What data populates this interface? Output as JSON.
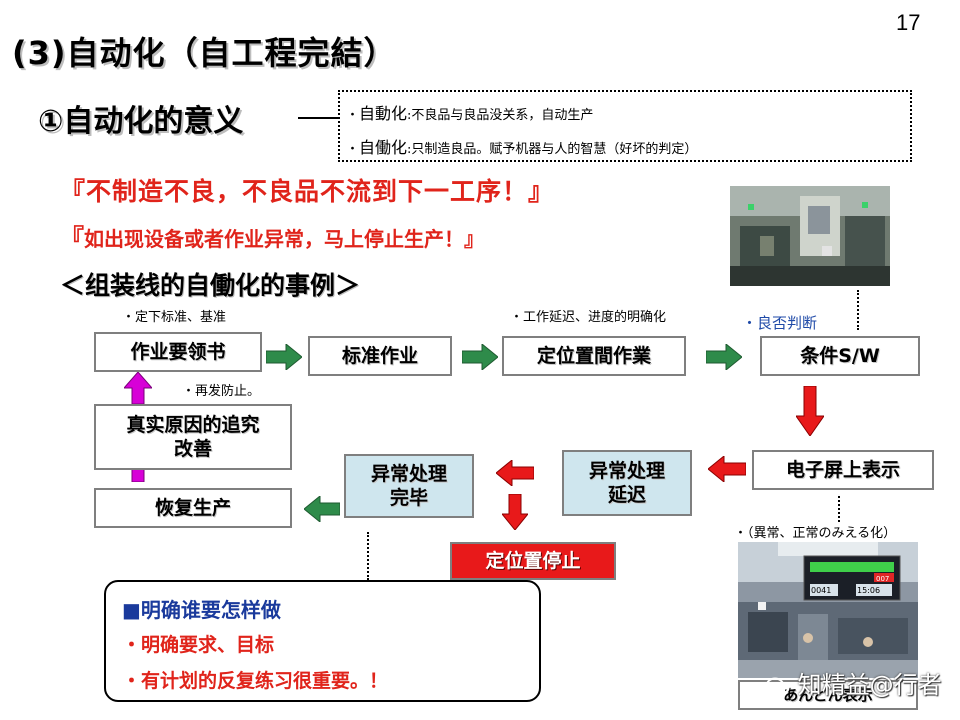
{
  "page_number": "17",
  "title": "(3)自动化（自工程完結）",
  "subtitle": "①自动化的意义",
  "definitions": [
    {
      "bullet": "・",
      "keyword": "自動化",
      "text": ":不良品与良品没关系，自动生产"
    },
    {
      "bullet": "・",
      "keyword": "自働化",
      "text": ":只制造良品。赋予机器与人的智慧（好坏的判定）"
    }
  ],
  "slogans": {
    "line1": "『不制造不良，不良品不流到下一工序！』",
    "line2_open": "『",
    "line2_text": "如出现设备或者作业异常，马上停止生产！』"
  },
  "example_title": "＜组装线的自働化的事例＞",
  "notes": {
    "standard": "・定下标准、基准",
    "delay": "・工作延迟、进度的明确化",
    "judge": "・良否判断",
    "prevent": "・再发防止。",
    "visible": "・（異常、正常のみえる化）"
  },
  "flow": {
    "work_instruction": "作业要领书",
    "standard_work": "标准作业",
    "fixed_position_work": "定位置間作業",
    "condition_sw": "条件S/W",
    "root_cause_line1": "真实原因的追究",
    "root_cause_line2": "改善",
    "resume_production": "恢复生产",
    "abnormal_done_line1": "异常处理",
    "abnormal_done_line2": "完毕",
    "abnormal_delay_line1": "异常处理",
    "abnormal_delay_line2": "延迟",
    "electronic_display": "电子屏上表示",
    "fixed_position_stop": "定位置停止",
    "andon_display": "あんどん表示"
  },
  "bottom_box": {
    "head_marker": "■",
    "head": "明确谁要怎样做",
    "item1": "・明确要求、目标",
    "item2": "・有计划的反复练习很重要。！"
  },
  "andon_screen": {
    "value1": "0041",
    "value2": "15:06",
    "value3": "007"
  },
  "watermark": "知精益@行者",
  "colors": {
    "slogan_red": "#e0241b",
    "arrow_green": "#2e8b4a",
    "arrow_red": "#e8191a",
    "arrow_magenta": "#d700d7",
    "box_blue": "#cfe6ee",
    "head_blue": "#1a3a9c"
  }
}
